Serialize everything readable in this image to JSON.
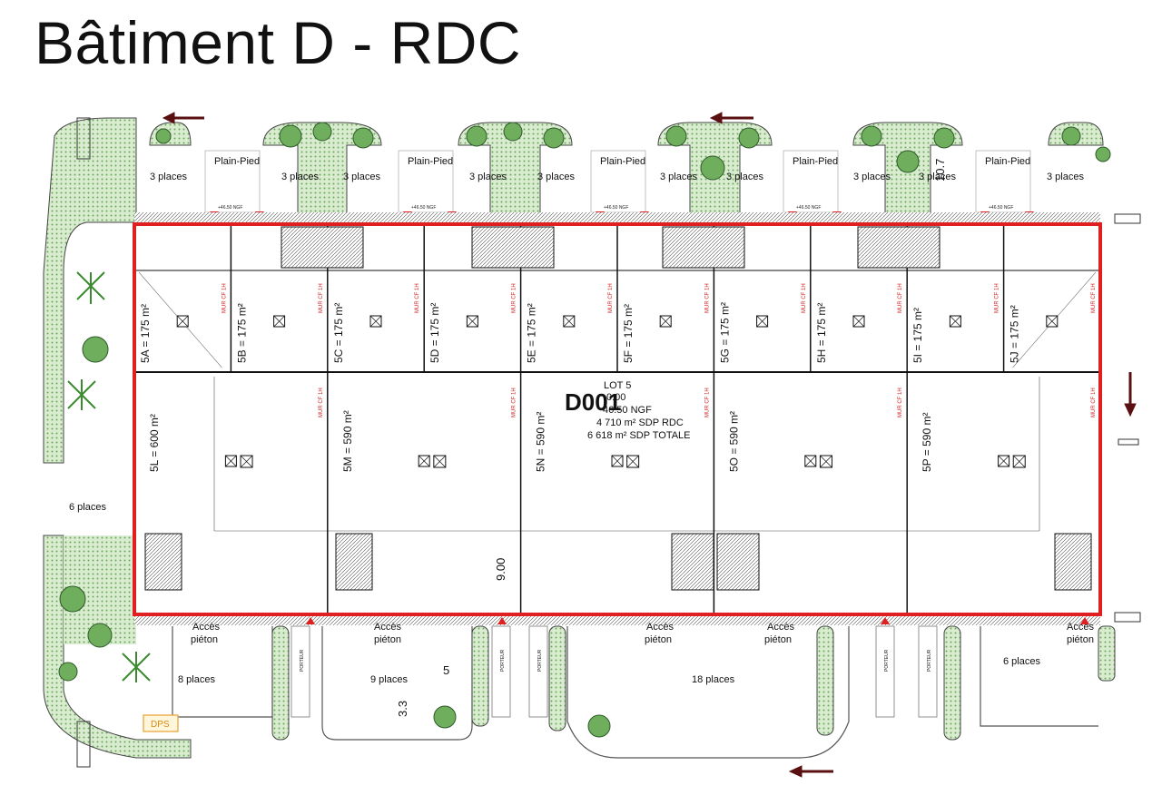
{
  "title": "Bâtiment D - RDC",
  "building": {
    "code": "D001",
    "lot": "LOT 5",
    "level": "0.00",
    "ngf": "46.50 NGF",
    "sdp_rdc": "4 710 m² SDP RDC",
    "sdp_total": "6 618 m² SDP TOTALE"
  },
  "top_cells": [
    {
      "label": "5A = 175 m²"
    },
    {
      "label": "5B = 175 m²"
    },
    {
      "label": "5C = 175 m²"
    },
    {
      "label": "5D = 175 m²"
    },
    {
      "label": "5E = 175 m²"
    },
    {
      "label": "5F = 175 m²"
    },
    {
      "label": "5G = 175 m²"
    },
    {
      "label": "5H = 175 m²"
    },
    {
      "label": "5I = 175 m²"
    },
    {
      "label": "5J = 175 m²"
    }
  ],
  "bottom_cells": [
    {
      "label": "5L = 600 m²"
    },
    {
      "label": "5M = 590 m²"
    },
    {
      "label": "5N = 590 m²"
    },
    {
      "label": "5O = 590 m²"
    },
    {
      "label": "5P = 590 m²"
    }
  ],
  "wall_label": "MUR CF 1H",
  "top_parking": {
    "places_label": "3 places",
    "plain_pied": "Plain-Pied",
    "ngf": "+46.50 NGF"
  },
  "bottom_labels": {
    "acces": "Accès",
    "pieton": "piéton",
    "p8": "8 places",
    "p9": "9 places",
    "p18": "18 places",
    "p6": "6 places",
    "p6_left": "6 places",
    "porteur": "PORTEUR",
    "dps": "DPS",
    "dim_5": "5",
    "dim_33": "3.3",
    "dim_9": "9.00",
    "dim_107": "10.7"
  },
  "colors": {
    "outline": "#e02020",
    "green": "#9fcf8a",
    "dark_green": "#3e7a3a",
    "arrow": "#5a1010"
  }
}
